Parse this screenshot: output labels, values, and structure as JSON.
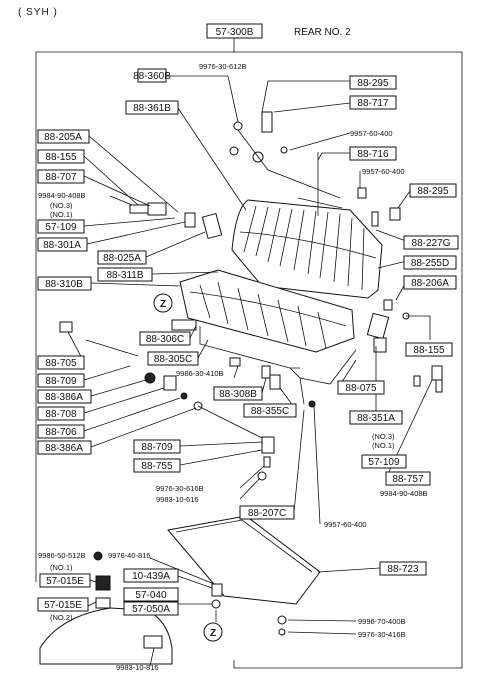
{
  "header": {
    "model_code": "( SYH )",
    "group_number": "57-300B",
    "section_title": "REAR NO. 2"
  },
  "labels": {
    "p88_360B": "88-360B",
    "p9976_30_612B": "9976-30-612B",
    "p88_295a": "88-295",
    "p88_361B": "88-361B",
    "p88_717": "88-717",
    "p88_205A": "88-205A",
    "p9957_60_400a": "9957-60-400",
    "p88_155a": "88-155",
    "p88_716": "88-716",
    "p88_707": "88-707",
    "p9957_60_400b": "9957-60-400",
    "p9984_90_408Ba": "9984-90-408B",
    "no3a": "(NO.3)",
    "no1a": "(NO.1)",
    "p88_295b": "88-295",
    "p57_109a": "57-109",
    "p88_301A": "88-301A",
    "p88_025A": "88-025A",
    "p88_227G": "88-227G",
    "p88_255D": "88-255D",
    "p88_311B": "88-311B",
    "p88_310B": "88-310B",
    "p88_206A": "88-206A",
    "z1": "Z",
    "p88_306C": "88-306C",
    "p88_155b": "88-155",
    "p88_305C": "88-305C",
    "p88_705": "88-705",
    "p9986_30_410B": "9986-30-410B",
    "p88_709a": "88-709",
    "p88_386Aa": "88-386A",
    "p88_308B": "88-308B",
    "p88_075": "88-075",
    "p88_708": "88-708",
    "p88_355C": "88-355C",
    "p88_706": "88-706",
    "p88_351A": "88-351A",
    "p88_386Ab": "88-386A",
    "no3b": "(NO.3)",
    "no1b": "(NO.1)",
    "p88_709b": "88-709",
    "p57_109b": "57-109",
    "p88_755": "88-755",
    "p88_757": "88-757",
    "p9984_90_408Bb": "9984-90-408B",
    "p9976_30_616B": "9976-30-616B",
    "p9983_10_616a": "9983-10-616",
    "p88_207C": "88-207C",
    "p9957_60_400c": "9957-60-400",
    "p9986_50_512B": "9986-50-512B",
    "p9978_40_816": "9978-40-816",
    "no1c": "(NO.1)",
    "p57_015Ea": "57-015E",
    "p10_439A": "10-439A",
    "p88_723": "88-723",
    "p57_040": "57-040",
    "p57_015Eb": "57-015E",
    "p57_050A": "57-050A",
    "no2": "(NO.2)",
    "p9996_70_400B": "9996-70-400B",
    "z2": "Z",
    "p9976_30_416B": "9976-30-416B",
    "p9983_10_816": "9983-10-816"
  }
}
